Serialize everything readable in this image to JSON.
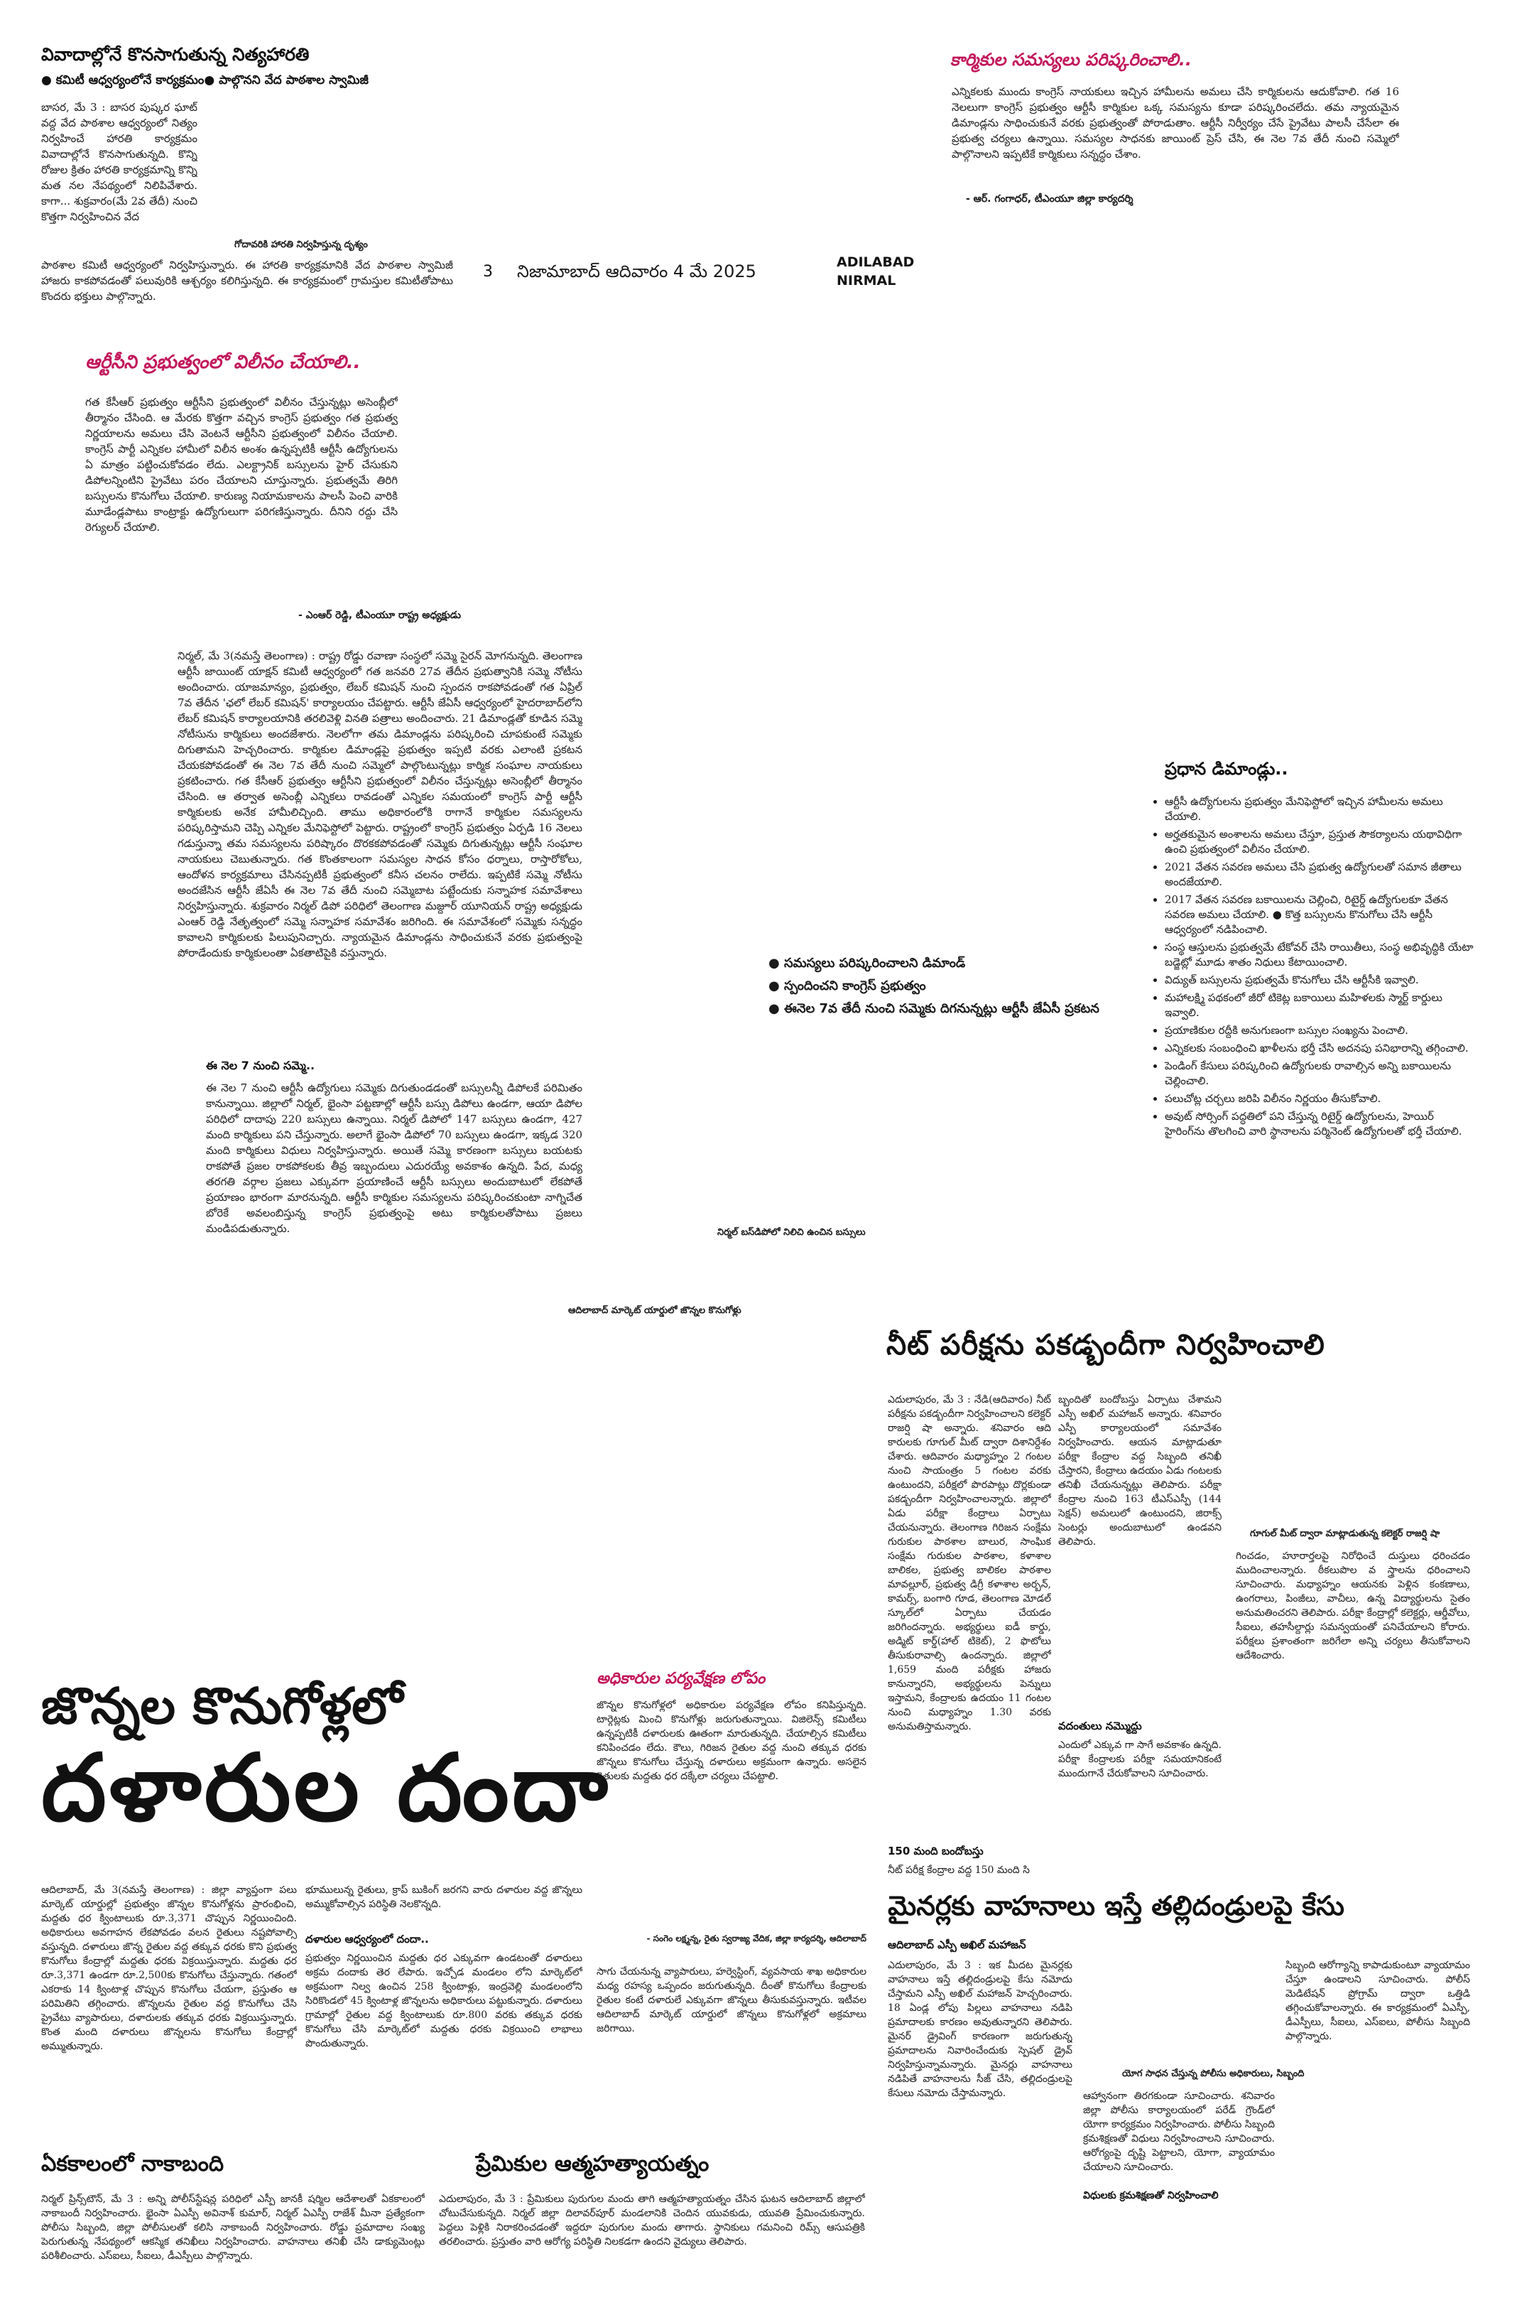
{
  "masthead": {
    "page_no": "3",
    "city_date": "నిజామాబాద్ ఆదివారం 4 మే 2025",
    "edition_line1": "ADILABAD",
    "edition_line2": "NIRMAL"
  },
  "story_nityaharathi": {
    "headline": "వివాదాల్లోనే కొనసాగుతున్న నిత్యహారతి",
    "subhead": "● కమిటీ ఆధ్వర్యంలోనే కార్యక్రమం● పాల్గొనని వేద పాఠశాల స్వామిజీ",
    "body_col1": "బాసర, మే 3 : బాసర పుష్కర ఘాట్ వద్ద వేద పాఠశాల ఆధ్వర్యంలో నిత్యం నిర్వహించే హారతి కార్యక్రమం వివాదాల్లోనే కొనసాగుతున్నది. కొన్ని రోజుల క్రితం హారతి కార్యక్రమాన్ని కొన్ని మత నల నేపథ్యంలో నిలిపివేశారు. కాగా... శుక్రవారం(మే 2వ తేదీ) నుంచి కొత్తగా నిర్వహించిన వేద",
    "body_full": "పాఠశాల కమిటీ ఆధ్వర్యంలో నిర్వహిస్తున్నారు. ఈ హారతి కార్యక్రమానికి వేద పాఠశాల స్వామిజీ హాజరు కాకపోవడంతో పలువురికి ఆశ్చర్యం కలిగిస్తున్నది. ఈ కార్యక్రమంలో గ్రామస్తుల కమిటీతోపాటు కొందరు భక్తులు పాల్గొన్నారు.",
    "caption": "గోదావరికి హారతి నిర్వహిస్తున్న దృశ్యం"
  },
  "story_karmikulu": {
    "headline": "కార్మికుల సమస్యలు పరిష్కరించాలి..",
    "body": "ఎన్నికలకు ముందు కాంగ్రెస్ నాయకులు ఇచ్చిన హామీలను అమలు చేసి కార్మికులను ఆదుకోవాలి. గత 16 నెలలుగా కాంగ్రెస్ ప్రభుత్వం ఆర్టీసీ కార్మికుల ఒక్క సమస్యను కూడా పరిష్కరించలేదు. తమ న్యాయమైన డిమాండ్లను సాధించుకునే వరకు ప్రభుత్వంతో పోరాడుతాం. ఆర్టీసీ నిర్వీర్యం చేసే ప్రైవేటు పాలసీ చేసేలా ఈ ప్రభుత్వ చర్యలు ఉన్నాయి. సమస్యల సాధనకు జాయింట్ ప్రెస్ చేసి, ఈ నెల 7వ తేదీ నుంచి సమ్మెలో పాల్గొనాలని ఇప్పటికే కార్మికులు సన్నద్ధం చేశాం.",
    "credit": "- ఆర్. గంగాధర్, టీఎంయూ జిల్లా కార్యదర్శి"
  },
  "story_rtc_merger": {
    "headline": "ఆర్టీసీని ప్రభుత్వంలో విలీనం చేయాలి..",
    "body": "గత కేసీఆర్ ప్రభుత్వం ఆర్టీసీని ప్రభుత్వంలో విలీనం చేస్తున్నట్లు అసెంబ్లీలో తీర్మానం చేసింది. ఆ మేరకు కొత్తగా వచ్చిన కాంగ్రెస్ ప్రభుత్వం గత ప్రభుత్వ నిర్ణయాలను అమలు చేసి వెంటనే ఆర్టీసీని ప్రభుత్వంలో విలీనం చేయాలి. కాంగ్రెస్ పార్టీ ఎన్నికల హామీలో విలీన అంశం ఉన్నప్పటికీ ఆర్టీసీ ఉద్యోగులను ఏ మాత్రం పట్టించుకోవడం లేదు. ఎలక్ట్రానిక్ బస్సులను హైర్ చేసుకుని డిపోలన్నింటిని ప్రైవేటు పరం చేయాలని చూస్తున్నారు. ప్రభుత్వమే తిరిగి బస్సులను కొనుగోలు చేయాలి. కారుణ్య నియామకాలను పాలసీ పెంచి వారికి మూడేండ్లపాటు కాంట్రాక్టు ఉద్యోగులుగా పరిగణిస్తున్నారు. దీనిని రద్దు చేసి రెగ్యులర్ చేయాలి.",
    "credit": "- ఎంఆర్ రెడ్డి, టీఎంయూ రాష్ట్ర అధ్యక్షుడు"
  },
  "story_rtc_strike": {
    "body": "నిర్మల్, మే 3(నమస్తే తెలంగాణ) : రాష్ట్ర రోడ్డు రవాణా సంస్థలో సమ్మె సైరన్ మోగనున్నది. తెలంగాణ ఆర్టీసీ జాయింట్ యాక్షన్ కమిటీ ఆధ్వర్యంలో గత జనవరి 27వ తేదీన ప్రభుత్వానికి సమ్మె నోటీసు అందించారు. యాజమాన్యం, ప్రభుత్వం, లేబర్ కమిషన్ నుంచి స్పందన రాకపోవడంతో గత ఏప్రిల్ 7వ తేదీన 'ఛలో లేబర్ కమిషన్' కార్యాలయం చేపట్టారు. ఆర్టీసీ జేఏసీ ఆధ్వర్యంలో హైదరాబాద్‌లోని లేబర్ కమిషన్ కార్యాలయానికి తరలివెళ్లి వినతి పత్రాలు అందించారు. 21 డిమాండ్లతో కూడిన సమ్మె నోటీసును కార్మికులు అందజేశారు. నెలలోగా తమ డిమాండ్లను పరిష్కరించి చూపకుంటే సమ్మెకు దిగుతామని హెచ్చరించారు. కార్మికుల డిమాండ్లపై ప్రభుత్వం ఇప్పటి వరకు ఎలాంటి ప్రకటన చేయకపోవడంతో ఈ నెల 7వ తేదీ నుంచి సమ్మెలో పాల్గొంటున్నట్లు కార్మిక సంఘాల నాయకులు ప్రకటించారు. గత కేసీఆర్ ప్రభుత్వం ఆర్టీసీని ప్రభుత్వంలో విలీనం చేస్తున్నట్లు అసెంబ్లీలో తీర్మానం చేసింది. ఆ తర్వాత అసెంబ్లీ ఎన్నికలు రావడంతో ఎన్నికల సమయంలో కాంగ్రెస్ పార్టీ ఆర్టీసీ కార్మికులకు అనేక హామీలిచ్చింది. తాము అధికారంలోకి రాగానే కార్మికుల సమస్యలను పరిష్కరిస్తామని చెప్పి ఎన్నికల మేనిఫెస్టోలో పెట్టారు. రాష్ట్రంలో కాంగ్రెస్ ప్రభుత్వం ఏర్పడి 16 నెలలు గడుస్తున్నా తమ సమస్యలను పరిష్కారం దొరకకపోవడంతో సమ్మెకు దిగుతున్నట్లు ఆర్టీసీ సంఘాల నాయకులు చెబుతున్నారు. గత కొంతకాలంగా సమస్యల సాధన కోసం ధర్నాలు, రాస్తారోకోలు, ఆందోళన కార్యక్రమాలు చేసినప్పటికీ ప్రభుత్వంలో కనీస చలనం రాలేదు. ఇప్పటికే సమ్మె నోటీసు అందజేసిన ఆర్టీసీ జేఏసీ ఈ నెల 7వ తేదీ నుంచి సమ్మెబాట పట్టేందుకు సన్నాహక సమావేశాలు నిర్వహిస్తున్నారు. శుక్రవారం నిర్మల్ డిపో పరిధిలో తెలంగాణ మజ్దూర్ యూనియన్ రాష్ట్ర అధ్యక్షుడు ఎంఆర్ రెడ్డి నేతృత్వంలో సమ్మె సన్నాహక సమావేశం జరిగింది. ఈ సమావేశంలో సమ్మెకు సన్నద్ధం కావాలని కార్మికులకు పిలుపునిచ్చారు. న్యాయమైన డిమాండ్లను సాధించుకునే వరకు ప్రభుత్వంపై పోరాడేందుకు కార్మికులంతా ఏకతాటిపైకి వస్తున్నారు.",
    "subhead2": "ఈ నెల 7 నుంచి సమ్మె..",
    "body2": "ఈ నెల 7 నుంచి ఆర్టీసీ ఉద్యోగులు సమ్మెకు దిగుతుండడంతో బస్సులన్నీ డిపోలకే పరిమితం కానున్నాయి. జిల్లాలో నిర్మల్, భైంసా పట్టణాల్లో ఆర్టీసీ బస్సు డిపోలు ఉండగా, ఆయా డిపోల పరిధిలో దాదాపు 220 బస్సులు ఉన్నాయి. నిర్మల్ డిపోలో 147 బస్సులు ఉండగా, 427 మంది కార్మికులు పని చేస్తున్నారు. అలాగే భైంసా డిపోలో 70 బస్సులు ఉండగా, ఇక్కడ 320 మంది కార్మికులు విధులు నిర్వహిస్తున్నారు. అయితే సమ్మె కారణంగా బస్సులు బయటకు రాకపోతే ప్రజల రాకపోకలకు తీవ్ర ఇబ్బందులు ఎదురయ్యే అవకాశం ఉన్నది. పేద, మధ్య తరగతి వర్గాల ప్రజలు ఎక్కువగా ప్రయాణించే ఆర్టీసీ బస్సులు అందుబాటులో లేకపోతే ప్రయాణం భారంగా మారనున్నది. ఆర్టీసీ కార్మికుల సమస్యలను పరిష్కరించకుంటా నాగ్నిచేత బోరెకే అవలంబిస్తున్న కాంగ్రెస్ ప్రభుత్వంపై అటు కార్మికులతోపాటు ప్రజలు మండిపడుతున్నారు.",
    "bullets": [
      "● సమస్యలు పరిష్కరించాలని డిమాండ్",
      "● స్పందించని కాంగ్రెస్ ప్రభుత్వం",
      "● ఈనెల 7వ తేదీ నుంచి సమ్మెకు దిగనున్నట్లు ఆర్టీసీ జేఏసీ ప్రకటన"
    ],
    "caption": "నిర్మల్ బస్‌డిపోలో నిలిచి ఉంచిన బస్సులు"
  },
  "story_demands": {
    "headline": "ప్రధాన డిమాండ్లు..",
    "items": [
      "ఆర్టీసీ ఉద్యోగులను ప్రభుత్వం మేనిఫెస్టోలో ఇచ్చిన హామీలను అమలు చేయాలి.",
      "అర్హతకుమైన అంశాలను అమలు చేస్తూ, ప్రస్తుత సౌకర్యాలను యథావిధిగా ఉంచి ప్రభుత్వంలో విలీనం చేయాలి.",
      "2021 వేతన సవరణ అమలు చేసి ప్రభుత్వ ఉద్యోగులతో సమాన జీతాలు అందజేయాలి.",
      "2017 వేతన సవరణ బకాయిలను చెల్లించి, రిటైర్డ్ ఉద్యోగులకూ వేతన సవరణ అమలు చేయాలి. ● కొత్త బస్సులను కొనుగోలు చేసి ఆర్టీసీ ఆధ్వర్యంలో నడిపించాలి.",
      "సంస్థ ఆస్తులను ప్రభుత్వమే టేకోవర్ చేసి రాయితీలు, సంస్థ అభివృద్ధికి యేటా బడ్జెట్లో మూడు శాతం నిధులు కేటాయించాలి.",
      "విద్యుత్ బస్సులను ప్రభుత్వమే కొనుగోలు చేసి ఆర్టీసీకి ఇవ్వాలి.",
      "మహాలక్ష్మి పథకంలో జీరో టికెట్ల బకాయిలు మహిళలకు స్మార్ట్ కార్డులు ఇవ్వాలి.",
      "ప్రయాణికుల రద్దీకి అనుగుణంగా బస్సుల సంఖ్యను పెంచాలి.",
      "ఎన్నికలకు సంబంధించి ఖాళీలను భర్తీ చేసి అదనపు పనిభారాన్ని తగ్గించాలి.",
      "పెండింగ్ కేసులు పరిష్కరించి ఉద్యోగులకు రావాల్సిన అన్ని బకాయిలను చెల్లించాలి.",
      "పలుచోట్ల చర్చలు జరిపి విలీనం నిర్ణయం తీసుకోవాలి.",
      "అవుట్ సోర్సింగ్ పద్ధతిలో పని చేస్తున్న రిటైర్డ్ ఉద్యోగులను, హెయిర్ హైరింగ్‌ను తొలగించి వారి స్థానాలను పర్మినెంట్ ఉద్యోగులతో భర్తీ చేయాలి."
    ]
  },
  "caption_jonna_market": "ఆదిలాబాద్ మార్కెట్ యార్డులో జొన్నల కొనుగోళ్లు",
  "story_neet": {
    "headline": "నీట్ పరీక్షను పకడ్బందీగా నిర్వహించాలి",
    "col1": "ఎదులాపురం, మే 3 : నేడి(ఆదివారం) నీట్ పరీక్షను పకడ్బందీగా నిర్వహించాలని కలెక్టర్ రాజర్షి షా అన్నారు. శనివారం ఆది కారులకు గూగుల్ మీట్ ద్వారా దిశానిర్దేశం చేశారు. ఆదివారం మధ్యాహ్నం 2 గంటల నుంచి సాయంత్రం 5 గంటల వరకు ఉంటుందని, పరీక్షలో పొరపాట్లు దొర్లకుండా పకడ్బందీగా నిర్వహించాలన్నారు. జిల్లాలో ఏడు పరీక్షా కేంద్రాలు ఏర్పాటు చేయనున్నారు. తెలంగాణ గిరిజన సంక్షేమ గురుకుల పాఠశాల బాలుర, సాంఘిక సంక్షేమ గురుకుల పాఠశాల, కళాశాల బాలికల, ప్రభుత్వ బాలికల పాఠశాల మావల్లూర్, ప్రభుత్వ డిగ్రీ కళాశాల అర్బన్, కామర్స్, బంగారి గూడ, తెలంగాణ మోడల్ స్కూల్‌లో ఏర్పాటు చేయడం జరిగిందన్నారు. అభ్యర్థులు ఐడీ కార్డు, అడ్మిట్ కార్డ్(హాల్ టికెట్), 2 ఫొటోలు తీసుకురావాల్సి ఉందన్నారు. జిల్లాలో 1,659 మంది పరీక్షకు హాజరు కానున్నారని, అభ్యర్థులను పెన్నులు ఇస్తామని, కేంద్రాలకు ఉదయం 11 గంటల నుంచి మధ్యాహ్నం 1.30 వరకు అనుమతిస్తామన్నారు.",
    "sub1": "150 మంది బందోబస్తు",
    "sub1_body": "నీట్ పరీక్ష కేంద్రాల వద్ద 150 మంది సి",
    "col2": "బ్బందితో బందోబస్తు ఏర్పాటు చేశామని ఎస్పీ అఖిల్ మహాజన్ అన్నారు. శనివారం ఎస్పీ కార్యాలయంలో సమావేశం నిర్వహించారు. ఆయన మాట్లాడుతూ పరీక్షా కేంద్రాల వద్ద సిబ్బంది తనిఖీ చేస్తారని, కేంద్రాలు ఉదయం ఏడు గంటలకు తనిఖీ చేయనున్నట్లు తెలిపారు. పరీక్షా కేంద్రాల నుంచి 163 టీఎస్‌ఎస్పీ (144 సెక్షన్) అమలులో ఉంటుందని, జిరాక్స్ సెంటర్లు అందుబాటులో ఉండవని తెలిపారు.",
    "sub2": "వదంతులు నమ్మొద్దు",
    "sub2_body": "ఎందులో ఎక్కువ గా సాగే అవకాశం ఉన్నది. పరీక్షా కేంద్రాలకు పరీక్షా సమయానికంటే ముందుగానే చేరుకోవాలని సూచించారు.",
    "caption": "గూగుల్ మీట్ ద్వారా మాట్లాడుతున్న కలెక్టర్ రాజర్షి షా",
    "col3": "గించడం, హూరార్తలపై నిరోధించే దుస్తులు ధరించడం ముదించాలన్నారు. ఠీకలుపొల వ స్త్రాలను ధరించాలని సూచించారు. మధ్యాహ్నం ఆయనకు పెళ్లిన కంకణాలు, ఉంగరాలు, పింజీలు, వాచీలు, ఉన్న విద్యార్థులను సైతం అనుమతించరని తెలిపారు. పరీక్షా కేంద్రాల్లో కలెక్టర్లు, ఆర్డీవోలు, సీఐలు, తహసీల్దార్లు సమన్వయంతో పనిచేయాలని కోరారు. పరీక్షలు ప్రశాంతంగా జరిగేలా అన్ని చర్యలు తీసుకోవాలని ఆదేశించారు."
  },
  "story_jonna": {
    "headline_line1": "జొన్నల కొనుగోళ్లలో",
    "headline_line2": "దళారుల దందా",
    "body_col1": "ఆదిలాబాద్, మే 3(నమస్తే తెలంగాణ) : జిల్లా వ్యాప్తంగా పలు మార్కెట్ యార్డుల్లో ప్రభుత్వం జొన్నల కొనుగోళ్లను ప్రారంభించి, మద్దతు ధర క్వింటాలుకు రూ.3,371 చొప్పున నిర్ణయించింది. అధికారులు అవగాహన లేకపోవడం వలన రైతులు నష్టపోవాల్సి వస్తున్నది. దళారులు జొన్న రైతుల వద్ద తక్కువ ధరకు కొని ప్రభుత్వ కొనుగోలు కేంద్రాల్లో మద్దతు ధరకు విక్రయిస్తున్నారు. మద్దతు ధర రూ.3,371 ఉండగా రూ.2,500కు కొనుగోలు చేస్తున్నారు. గతంలో ఎకరాకు 14 క్వింటాళ్ల చొప్పున కొనుగోలు చేయగా, ప్రస్తుతం ఆ పరిమితిని తగ్గించారు. జొన్నలను రైతుల వద్ద కొనుగోలు చేసి ప్రైవేటు వ్యాపారులు, దళారులకు తక్కువ ధరకు విక్రయిస్తున్నారు. కొంత మంది దళారులు జొన్నలను కొనుగోలు కేంద్రాల్లో అమ్ముతున్నారు.",
    "body_col2": "భూములున్న రైతులు, క్రాప్ బుకింగ్ జరగని వారు దళారుల వద్ద జొన్నలు అమ్ముకోవాల్సిన పరిస్థితి నెలకొన్నది.",
    "sub1": "దళారుల ఆధ్వర్యంలో దందా..",
    "sub1_body": "ప్రభుత్వం నిర్ణయించిన మద్దతు ధర ఎక్కువగా ఉండటంతో దళారులు అక్రమ దందాకు తెర లేపారు. ఇచ్చోడ మండలం లోని మార్కెట్‌లో అక్రమంగా నిల్వ ఉంచిన 258 క్వింటాళ్లు, ఇంద్రవెల్లి మండలంలోని సిరికొండలో 45 క్వింటాళ్ల జొన్నలను అధికారులు పట్టుకున్నారు. దళారులు గ్రామాల్లో రైతుల వద్ద క్వింటాలుకు రూ.800 వరకు తక్కువ ధరకు కొనుగోలు చేసి మార్కెట్‌లో మద్దతు ధరకు విక్రయించి లాభాలు పొందుతున్నారు.",
    "box_headline": "అధికారుల పర్యవేక్షణ లోపం",
    "box_body": "జొన్నల కొనుగోళ్లలో అధికారుల పర్యవేక్షణ లోపం కనిపిస్తున్నది. టార్గెట్లకు మించి కొనుగోళ్లు జరుగుతున్నాయి. విజిలెన్స్ కమిటీలు ఉన్నప్పటికీ దళారులకు ఊతంగా మారుతున్నది. చేయాల్సిన కమిటీలు కనిపించడం లేదు. కౌలు, గిరిజన రైతుల వద్ద నుంచి తక్కువ ధరకు జొన్నలు కొనుగోలు చేస్తున్న దళారులు అక్రమంగా ఉన్నారు. అసలైన రైతులకు మద్దతు ధర దక్కేలా చర్యలు చేపట్టాలి.",
    "box_credit": "- సంగెం లక్ష్మన్న, రైతు స్వరాజ్య వేదిక, జిల్లా కార్యదర్శి, ఆదిలాబాద్",
    "body_col3": "సాగు చేయనున్న వ్యాపారులు, హర్వెస్టింగ్, వ్యవసాయ శాఖ అధికారుల మధ్య రహస్య ఒప్పందం జరుగుతున్నది. దీంతో కొనుగోలు కేంద్రాలకు రైతుల కంటే దళారులే ఎక్కువగా జొన్నలు తీసుకువస్తున్నారు. ఇటీవల ఆదిలాబాద్ మార్కెట్ యార్డులో జొన్నలు కొనుగోళ్లలో అక్రమాలు జరిగాయి."
  },
  "story_nakabandi": {
    "headline": "ఏకకాలంలో నాకాబంది",
    "body": "నిర్మల్ ప్రిన్స్‌టౌన్, మే 3 : అన్ని పోలీస్‌స్టేషన్ల పరిధిలో ఎస్పీ జానకీ షర్మిల ఆదేశాలతో ఏకకాలంలో నాకాబందీ నిర్వహించారు. భైంసా ఏఎస్పీ అవినాశ్ కుమార్, నిర్మల్ ఏఎస్పీ రాజేశ్ మీనా ప్రత్యేకంగా పోలీసు సిబ్బంది, జిల్లా పోలీసులతో కలిసి నాకాబందీ నిర్వహించారు. రోడ్డు ప్రమాదాల సంఖ్య పెరుగుతున్న నేపథ్యంలో ఆకస్మిక తనిఖీలు నిర్వహించారు. వాహనాలు తనిఖీ చేసి డాక్యుమెంట్లు పరిశీలించారు. ఎస్ఐలు, సీఐలు, డీఎస్పీలు పాల్గొన్నారు."
  },
  "story_lovers": {
    "headline": "ప్రేమికుల ఆత్మహత్యాయత్నం",
    "body": "ఎదులాపురం, మే 3 : ప్రేమికులు పురుగుల మందు తాగి ఆత్మహత్యాయత్నం చేసిన ఘటన ఆదిలాబాద్ జిల్లాలో చోటుచేసుకున్నది. నిర్మల్ జిల్లా దిలావర్‌పూర్ మండలానికి చెందిన యువకుడు, యువతి ప్రేమించుకున్నారు. పెద్దలు పెళ్లికి నిరాకరించడంతో ఇద్దరూ పురుగుల మందు తాగారు. స్థానికులు గమనించి రిమ్స్ ఆసుపత్రికి తరలించారు. ప్రస్తుతం వారి ఆరోగ్య పరిస్థితి నిలకడగా ఉందని వైద్యులు తెలిపారు."
  },
  "story_minors": {
    "headline": "మైనర్లకు వాహనాలు ఇస్తే తల్లిదండ్రులపై కేసు",
    "byline": "ఆదిలాబాద్ ఎస్పీ అఖిల్ మహాజన్",
    "body_col1": "ఎదులాపురం, మే 3 : ఇక మీదట మైనర్లకు వాహనాలు ఇస్తే తల్లిదండ్రులపై కేసు నమోదు చేస్తామని ఎస్పీ అఖిల్ మహాజన్ హెచ్చరించారు. 18 ఏండ్ల లోపు పిల్లలు వాహనాలు నడిపి ప్రమాదాలకు కారణం అవుతున్నారని తెలిపారు. మైనర్ డ్రైవింగ్ కారణంగా జరుగుతున్న ప్రమాదాలను నివారించేందుకు స్పెషల్ డ్రైవ్ నిర్వహిస్తున్నామన్నారు. మైనర్లు వాహనాలు నడిపితే వాహనాలను సీజ్ చేసి, తల్లిదండ్రులపై కేసులు నమోదు చేస్తామన్నారు.",
    "caption": "యోగ సాధన చేస్తున్న పోలీసు అధికారులు, సిబ్బంది",
    "sub1": "విధులకు క్రమశిక్షణతో నిర్వహించాలి",
    "body_col2": "ఆహ్వానంగా తిరగకుండా సూచించారు. శనివారం జిల్లా పోలీసు కార్యాలయంలో పరేడ్ గ్రౌండ్‌లో యోగా కార్యక్రమం నిర్వహించారు. పోలీసు సిబ్బంది క్రమశిక్షణతో విధులు నిర్వహించాలని సూచించారు. ఆరోగ్యంపై దృష్టి పెట్టాలని, యోగా, వ్యాయామం చేయాలని సూచించారు.",
    "body_col3": "సిబ్బంది ఆరోగ్యాన్ని కాపాడుకుంటూ వ్యాయామం చేస్తూ ఉండాలని సూచించారు. పోలీస్ మెడిటేషన్ ప్రోగ్రామ్ ద్వారా ఒత్తిడి తగ్గించుకోవాలన్నారు. ఈ కార్యక్రమంలో ఏఎస్పీ, డీఎస్పీలు, సీఐలు, ఎస్ఐలు, పోలీసు సిబ్బంది పాల్గొన్నారు."
  }
}
